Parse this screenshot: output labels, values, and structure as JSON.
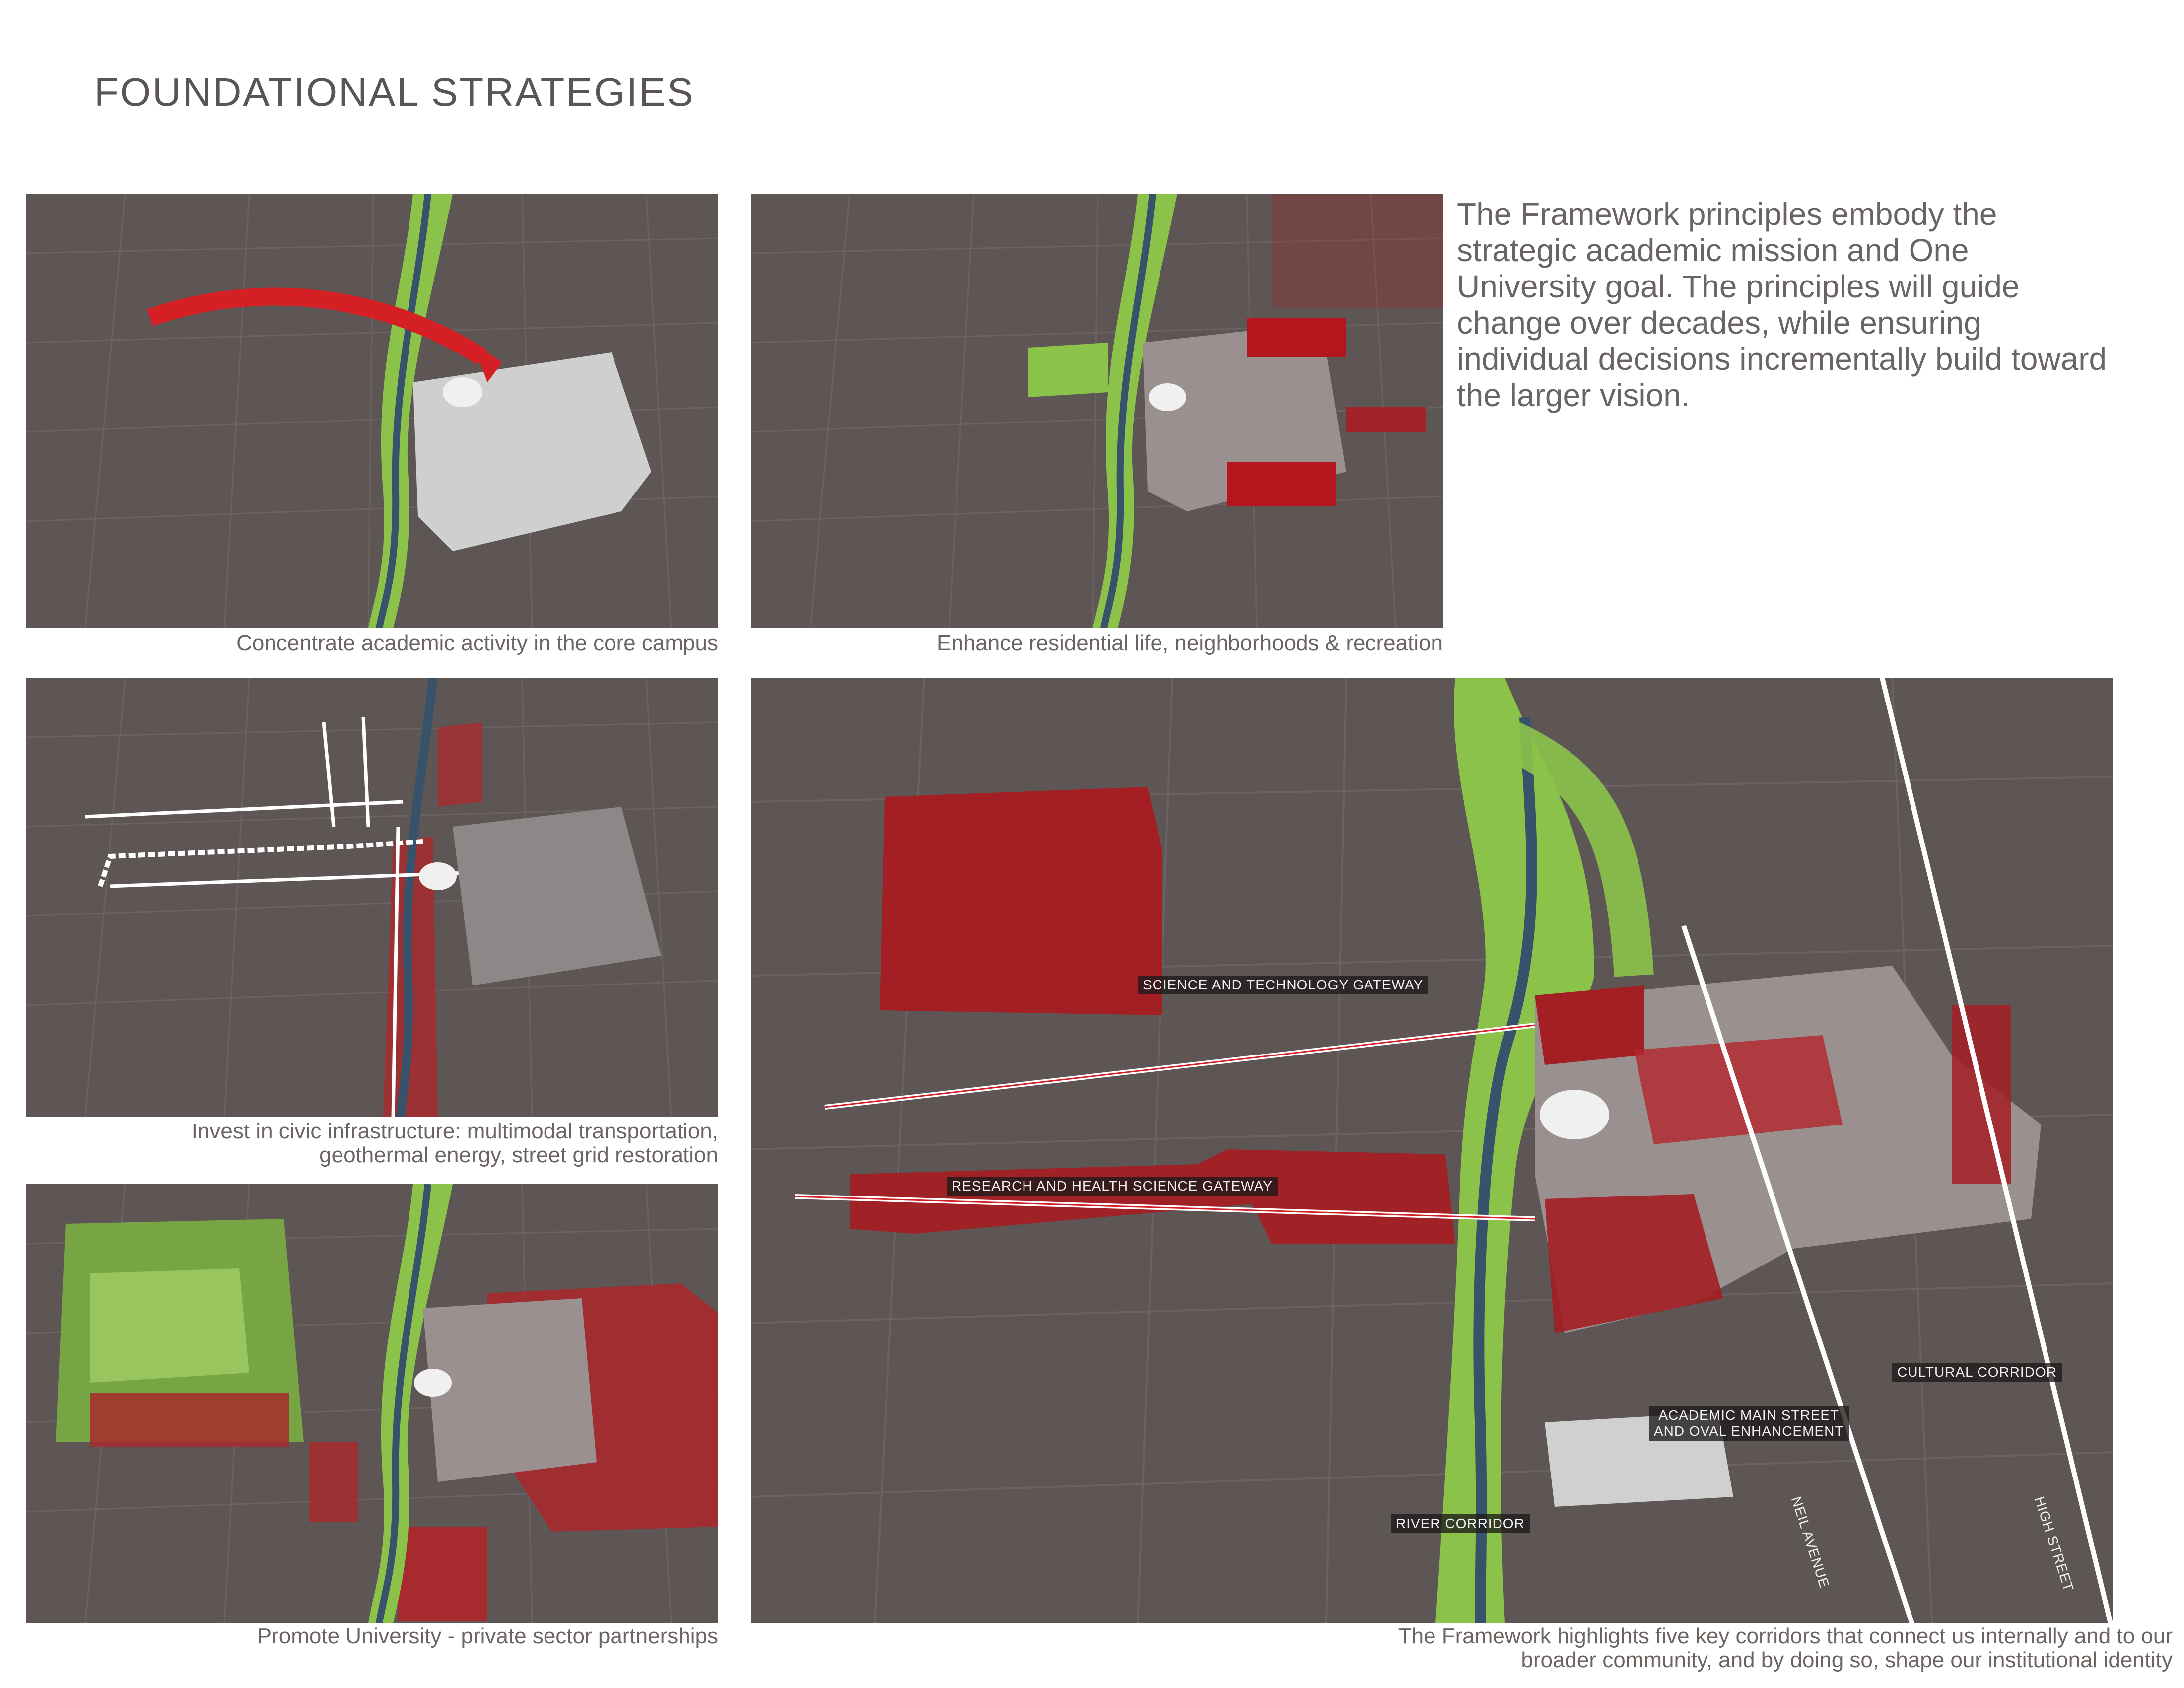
{
  "title": "FOUNDATIONAL STRATEGIES",
  "intro": "The Framework principles embody the strategic academic mission and One University goal.  The principles will guide change over decades, while ensuring individual decisions incrementally build toward the larger vision.",
  "captions": {
    "panel1": "Concentrate academic activity in the core campus",
    "panel2": "Enhance residential life, neighborhoods & recreation",
    "panel3_line1": "Invest in civic infrastructure: multimodal transportation,",
    "panel3_line2": "geothermal energy, street grid restoration",
    "panel4": "Promote University - private sector partnerships",
    "panel5_line1": "The Framework highlights five key corridors that connect us internally and to our",
    "panel5_line2": "broader community, and by doing so, shape our institutional identity"
  },
  "map_labels": {
    "science_tech": "SCIENCE AND TECHNOLOGY GATEWAY",
    "research_health": "RESEARCH AND HEALTH SCIENCE GATEWAY",
    "cultural": "CULTURAL CORRIDOR",
    "academic_line1": "ACADEMIC MAIN STREET",
    "academic_line2": "AND OVAL ENHANCEMENT",
    "river": "RIVER CORRIDOR",
    "neil": "NEIL AVENUE",
    "high": "HIGH STREET"
  },
  "colors": {
    "map_ground": "#5e5655",
    "park_green": "#8bc34a",
    "campus_red": "#b3161c",
    "building_white": "#d9d9d9"
  }
}
